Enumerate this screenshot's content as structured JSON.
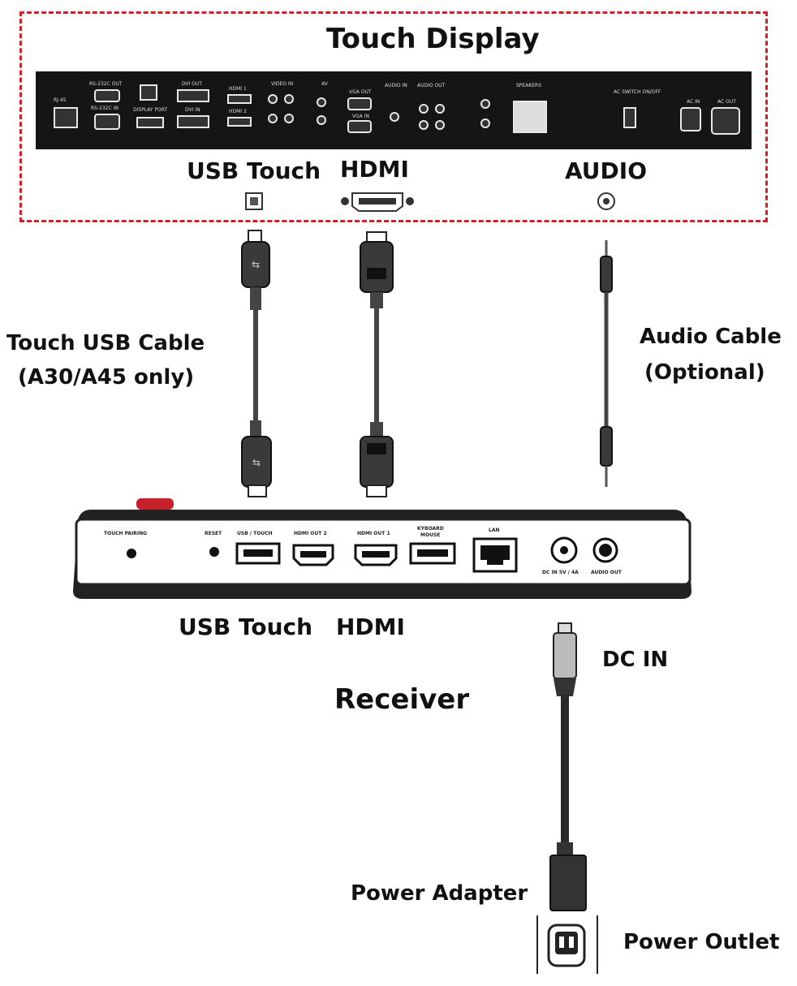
{
  "display": {
    "title": "Touch Display",
    "port_labels": {
      "usb_touch": "USB Touch",
      "hdmi": "HDMI",
      "audio": "AUDIO"
    },
    "panel_labels": [
      "RJ-45",
      "RS-232C OUT",
      "RS-232C IN",
      "DISPLAY PORT",
      "DVI OUT",
      "DVI IN",
      "HDMI 1",
      "HDMI 2",
      "VIDEO IN",
      "AV",
      "VGA OUT",
      "VGA IN",
      "AUDIO IN",
      "AUDIO OUT",
      "SPEAKERS",
      "AC SWITCH ON/OFF",
      "AC IN",
      "AC OUT"
    ]
  },
  "cables": {
    "usb": {
      "line1": "Touch USB Cable",
      "line2": "(A30/A45 only)"
    },
    "audio": {
      "line1": "Audio Cable",
      "line2": "(Optional)"
    }
  },
  "receiver": {
    "title": "Receiver",
    "port_labels": {
      "usb_touch": "USB Touch",
      "hdmi": "HDMI",
      "dc_in": "DC IN"
    },
    "panel_labels": {
      "touch_pairing": "TOUCH PAIRING",
      "reset": "RESET",
      "usb_touch": "USB / TOUCH",
      "hdmi_out_2": "HDMI OUT 2",
      "hdmi_out_1": "HDMI OUT 1",
      "keyboard_mouse_1": "KYBOARD",
      "keyboard_mouse_2": "MOUSE",
      "lan": "LAN",
      "dc_in": "DC IN 5V / 4A",
      "audio_out": "AUDIO OUT"
    }
  },
  "power": {
    "adapter": "Power Adapter",
    "outlet": "Power Outlet"
  }
}
